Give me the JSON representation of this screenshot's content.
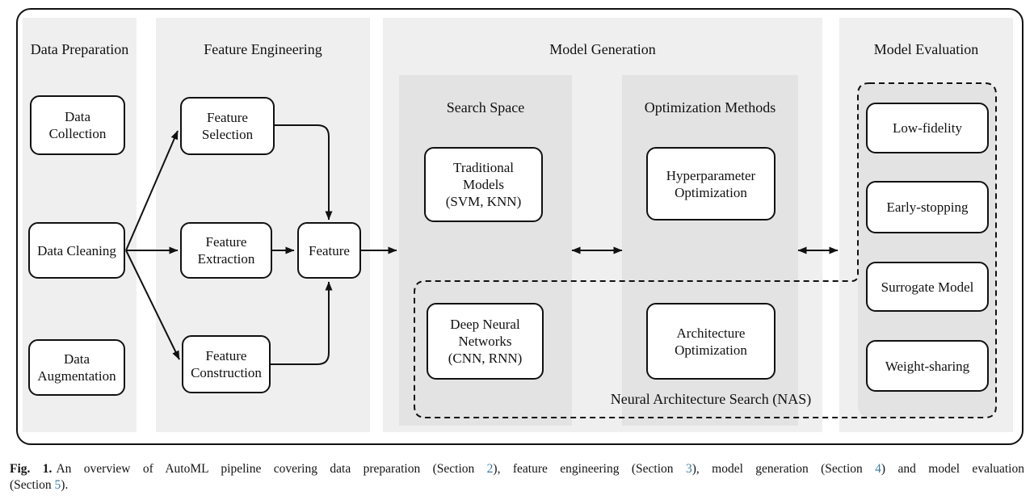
{
  "diagram": {
    "panels": {
      "data_preparation": {
        "title": "Data Preparation",
        "boxes": {
          "collection": "Data\nCollection",
          "cleaning": "Data Cleaning",
          "augmentation": "Data\nAugmentation"
        }
      },
      "feature_engineering": {
        "title": "Feature Engineering",
        "boxes": {
          "selection": "Feature\nSelection",
          "extraction": "Feature\nExtraction",
          "construction": "Feature\nConstruction",
          "feature": "Feature"
        }
      },
      "model_generation": {
        "title": "Model Generation",
        "search_space": {
          "title": "Search Space",
          "boxes": {
            "traditional": "Traditional\nModels\n(SVM, KNN)",
            "dnn": "Deep Neural\nNetworks\n(CNN, RNN)"
          }
        },
        "optimization_methods": {
          "title": "Optimization Methods",
          "boxes": {
            "hyperparameter": "Hyperparameter\nOptimization",
            "architecture": "Architecture\nOptimization"
          }
        },
        "nas_label": "Neural Architecture Search (NAS)"
      },
      "model_evaluation": {
        "title": "Model Evaluation",
        "boxes": {
          "low_fidelity": "Low-fidelity",
          "early_stopping": "Early-stopping",
          "surrogate": "Surrogate Model",
          "weight_sharing": "Weight-sharing"
        }
      }
    },
    "colors": {
      "panel_bg": "#efefef",
      "subpanel_bg": "#e3e3e3",
      "node_bg": "#ffffff",
      "stroke": "#111111"
    }
  },
  "caption": {
    "fig_label": "Fig. 1.",
    "link_color": "#3e7ca6",
    "line1": {
      "t1": "An overview of AutoML pipeline covering data preparation (Section ",
      "s2": "2",
      "t2": "), feature engineering (Section ",
      "s3": "3",
      "t3": "), model generation (Section ",
      "s4": "4",
      "t4": ") and model evaluation"
    },
    "line2": {
      "t1": "(Section ",
      "s5": "5",
      "t2": ")."
    }
  }
}
